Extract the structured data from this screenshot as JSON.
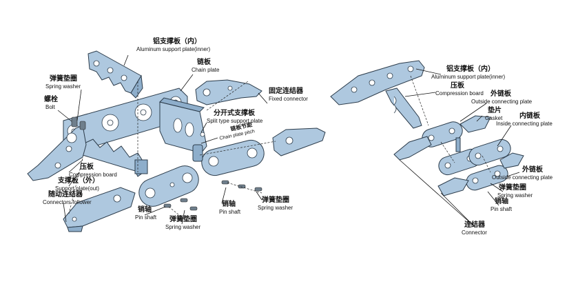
{
  "left": {
    "aluminum_inner": {
      "cn": "铝支撑板（内）",
      "en": "Aluminum support plate(inner)"
    },
    "chain_plate": {
      "cn": "链板",
      "en": "Chain plate"
    },
    "spring_washer_top": {
      "cn": "弹簧垫圈",
      "en": "Spring washer"
    },
    "bolt": {
      "cn": "螺栓",
      "en": "Bolt"
    },
    "fixed_connector": {
      "cn": "固定连结器",
      "en": "Fixed connector"
    },
    "split_support": {
      "cn": "分开式支撑板",
      "en": "Split type support plate"
    },
    "chain_pitch": {
      "cn": "链板节距",
      "en": "Chain plate pitch"
    },
    "compression_board": {
      "cn": "压板",
      "en": "Compression board"
    },
    "support_outer": {
      "cn": "支撑板（外）",
      "en": "Support plate(out)"
    },
    "connectors_follower": {
      "cn": "随动连结器",
      "en": "Connectors follower"
    },
    "pin_shaft_left": {
      "cn": "销轴",
      "en": "Pin shaft"
    },
    "spring_washer_bottom": {
      "cn": "弹簧垫圈",
      "en": "Spring washer"
    },
    "pin_shaft_mid": {
      "cn": "销轴",
      "en": "Pin shaft"
    },
    "spring_washer_mid": {
      "cn": "弹簧垫圈",
      "en": "Spring washer"
    }
  },
  "right": {
    "aluminum_inner": {
      "cn": "铝支撑板（内）",
      "en": "Aluminum support plate(inner)"
    },
    "compression_board": {
      "cn": "压板",
      "en": "Compression board"
    },
    "outside_plate_top": {
      "cn": "外链板",
      "en": "Outside connecting plate"
    },
    "gasket": {
      "cn": "垫片",
      "en": "Gasket"
    },
    "inside_plate": {
      "cn": "内链板",
      "en": "Inside connecting plate"
    },
    "outside_plate_bottom": {
      "cn": "外链板",
      "en": "Outside connecting plate"
    },
    "spring_washer": {
      "cn": "弹簧垫圈",
      "en": "Spring washer"
    },
    "pin_shaft": {
      "cn": "销轴",
      "en": "Pin shaft"
    },
    "connector": {
      "cn": "连结器",
      "en": "Connector"
    }
  },
  "colors": {
    "part": "#aec8df",
    "outline": "#2b3b4a"
  }
}
